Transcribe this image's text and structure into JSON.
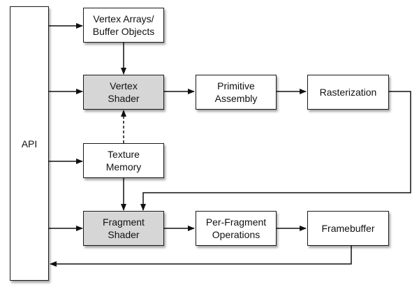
{
  "diagram": {
    "colors": {
      "box_fill": "#ffffff",
      "shader_fill": "#d6d6d6",
      "border": "#1a1a1a"
    },
    "nodes": {
      "api": "API",
      "vertex_arrays": "Vertex Arrays/\nBuffer Objects",
      "vertex_shader": "Vertex\nShader",
      "primitive_assembly": "Primitive\nAssembly",
      "rasterization": "Rasterization",
      "texture_memory": "Texture\nMemory",
      "fragment_shader": "Fragment\nShader",
      "per_fragment_operations": "Per-Fragment\nOperations",
      "framebuffer": "Framebuffer"
    },
    "edges": [
      {
        "from": "api",
        "to": "vertex_arrays",
        "style": "solid"
      },
      {
        "from": "api",
        "to": "vertex_shader",
        "style": "solid"
      },
      {
        "from": "api",
        "to": "texture_memory",
        "style": "solid"
      },
      {
        "from": "api",
        "to": "fragment_shader",
        "style": "solid"
      },
      {
        "from": "vertex_arrays",
        "to": "vertex_shader",
        "style": "solid"
      },
      {
        "from": "texture_memory",
        "to": "vertex_shader",
        "style": "dashed"
      },
      {
        "from": "texture_memory",
        "to": "fragment_shader",
        "style": "solid"
      },
      {
        "from": "vertex_shader",
        "to": "primitive_assembly",
        "style": "solid"
      },
      {
        "from": "primitive_assembly",
        "to": "rasterization",
        "style": "solid"
      },
      {
        "from": "rasterization",
        "to": "fragment_shader",
        "style": "solid"
      },
      {
        "from": "fragment_shader",
        "to": "per_fragment_operations",
        "style": "solid"
      },
      {
        "from": "per_fragment_operations",
        "to": "framebuffer",
        "style": "solid"
      },
      {
        "from": "framebuffer",
        "to": "api",
        "style": "solid"
      }
    ]
  }
}
